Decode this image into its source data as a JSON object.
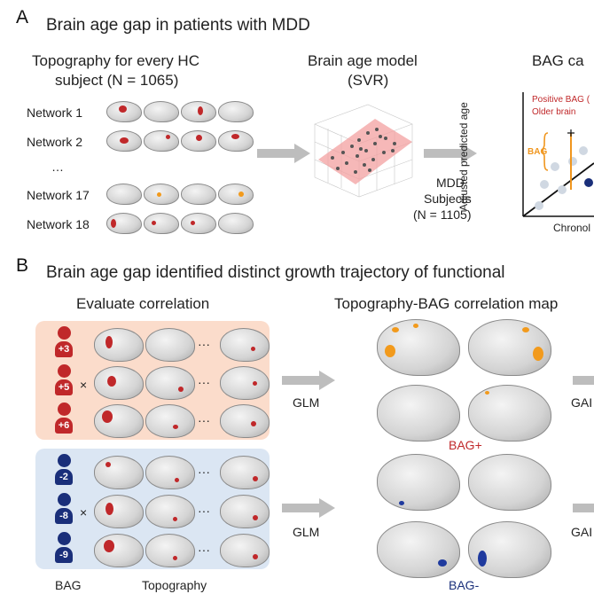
{
  "panelA": {
    "letter": "A",
    "title": "Brain age gap in patients with MDD",
    "topography_title_1": "Topography for every HC",
    "topography_title_2": "subject (N = 1065)",
    "networks": [
      "Network 1",
      "Network 2",
      "…",
      "Network 17",
      "Network 18"
    ],
    "model_title_1": "Brain age model",
    "model_title_2": "(SVR)",
    "mdd_1": "MDD",
    "mdd_2": "Subjects",
    "mdd_3": "(N = 1105)",
    "bag_title": "BAG ca",
    "ylabel": "Adjusted predicted age",
    "xlabel": "Chronol",
    "positive_bag": "Positive BAG (",
    "older_brain": "Older brain",
    "bag_label": "BAG"
  },
  "panelB": {
    "letter": "B",
    "title": "Brain age gap identified distinct growth trajectory of functional",
    "evaluate": "Evaluate correlation",
    "map_title": "Topography-BAG correlation map",
    "glm": "GLM",
    "gap_cut": "GAI",
    "bag_plus": "BAG+",
    "bag_minus": "BAG-",
    "bag_axis": "BAG",
    "topography_axis": "Topography",
    "times": "×",
    "ellipsis": "···",
    "pos_badges": [
      "+3",
      "+5",
      "+6"
    ],
    "neg_badges": [
      "-2",
      "-8",
      "-9"
    ]
  },
  "colors": {
    "positive_box": "#fbdccb",
    "negative_box": "#dbe6f3",
    "positive_badge": "#c0282a",
    "negative_badge": "#1a2f7a",
    "arrow": "#bdbdbd",
    "bag_orange": "#f0961e",
    "label_red": "#c0282a"
  }
}
